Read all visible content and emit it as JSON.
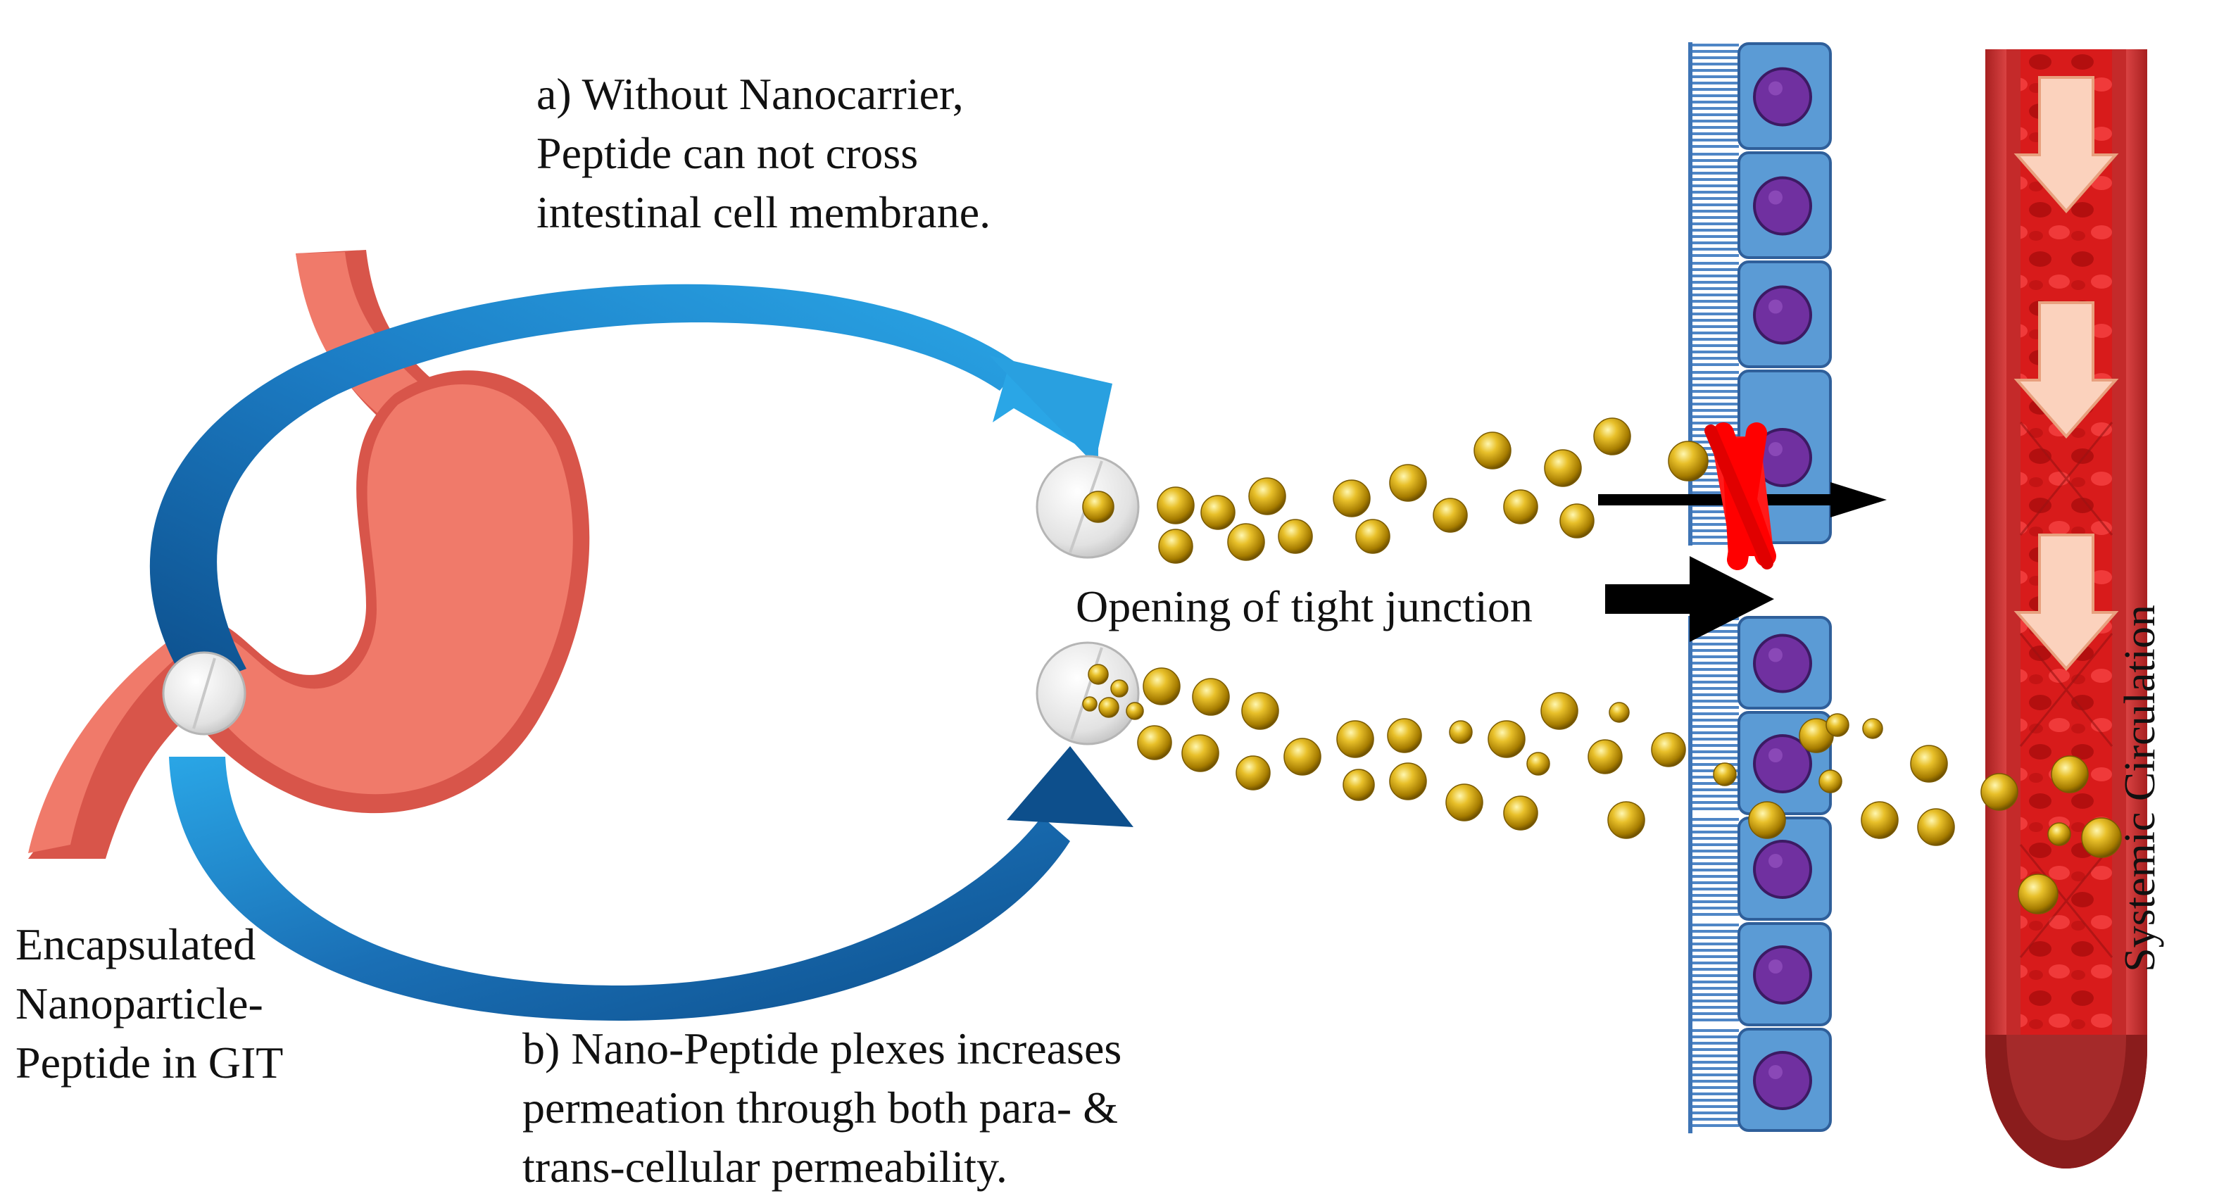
{
  "labels": {
    "without_nanocarrier": [
      "a) Without Nanocarrier,",
      "Peptide can not cross",
      "intestinal cell membrane."
    ],
    "nano_peptide": [
      "b) Nano-Peptide plexes increases",
      "permeation through both para- &",
      "trans-cellular permeability."
    ],
    "encapsulated": [
      "Encapsulated",
      "Nanoparticle-",
      "Peptide in GIT"
    ],
    "tight_junction": "Opening of tight junction",
    "systemic_circulation": "Systemic Circulation"
  },
  "icons": {
    "stomach": "stomach-icon",
    "tablet": "tablet-icon",
    "nanoparticle": "gold-sphere-icon",
    "blocked": "red-x-icon",
    "cell": "epithelial-cell-icon",
    "vessel": "blood-vessel-icon",
    "flow": "flow-arrow-icon"
  },
  "colors": {
    "stomach": "#f07a6a",
    "stomach_dark": "#d8554a",
    "blue_arrow": "#1f8fd1",
    "blue_arrow_dark": "#0d4f8c",
    "cell": "#5b9bd5",
    "nucleus": "#7030a0",
    "gold": "#c9a012",
    "vessel": "#c83232",
    "blood": "#e0201f",
    "flow_arrow": "#fbd2bd",
    "red_x": "#ff0000"
  }
}
